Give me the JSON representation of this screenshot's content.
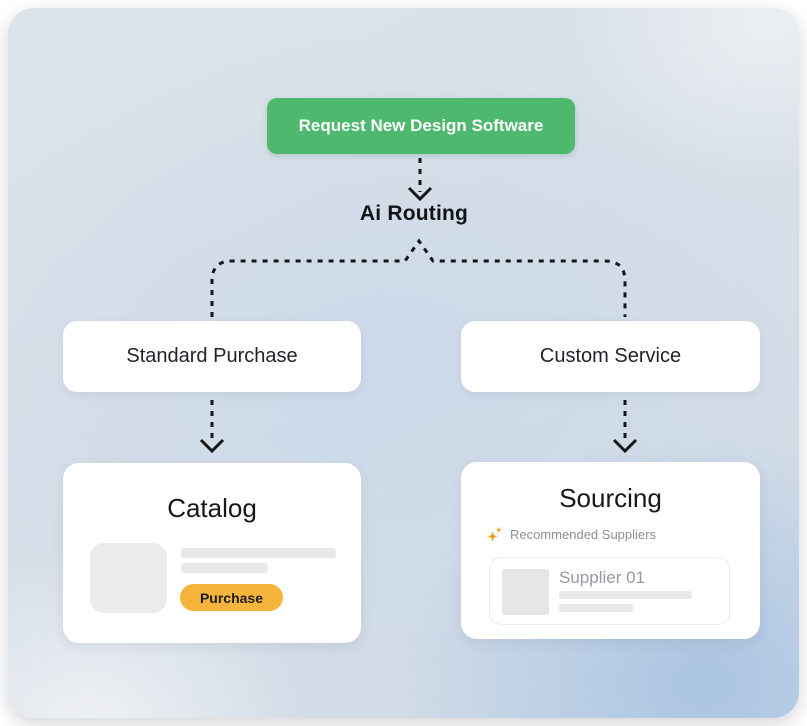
{
  "flow": {
    "request_button": {
      "label": "Request New Design Software"
    },
    "router": {
      "label": "Ai Routing"
    },
    "branches": {
      "left": {
        "label": "Standard Purchase"
      },
      "right": {
        "label": "Custom Service"
      }
    },
    "catalog_card": {
      "title": "Catalog",
      "purchase_button_label": "Purchase"
    },
    "sourcing_card": {
      "title": "Sourcing",
      "section_label": "Recommended Suppliers",
      "supplier_name": "Supplier 01"
    }
  },
  "icons": {
    "sparkle": "sparkle-icon"
  },
  "colors": {
    "accent_green": "#4db86e",
    "accent_yellow": "#f6b43a",
    "sparkle_orange": "#f0980f",
    "connector_dark": "#161616",
    "background_blue": "#b5c9e2",
    "background_light": "#dde3ea",
    "card_white": "#ffffff",
    "skeleton_gray": "#e9e9e9",
    "muted_text": "#8b9198"
  }
}
